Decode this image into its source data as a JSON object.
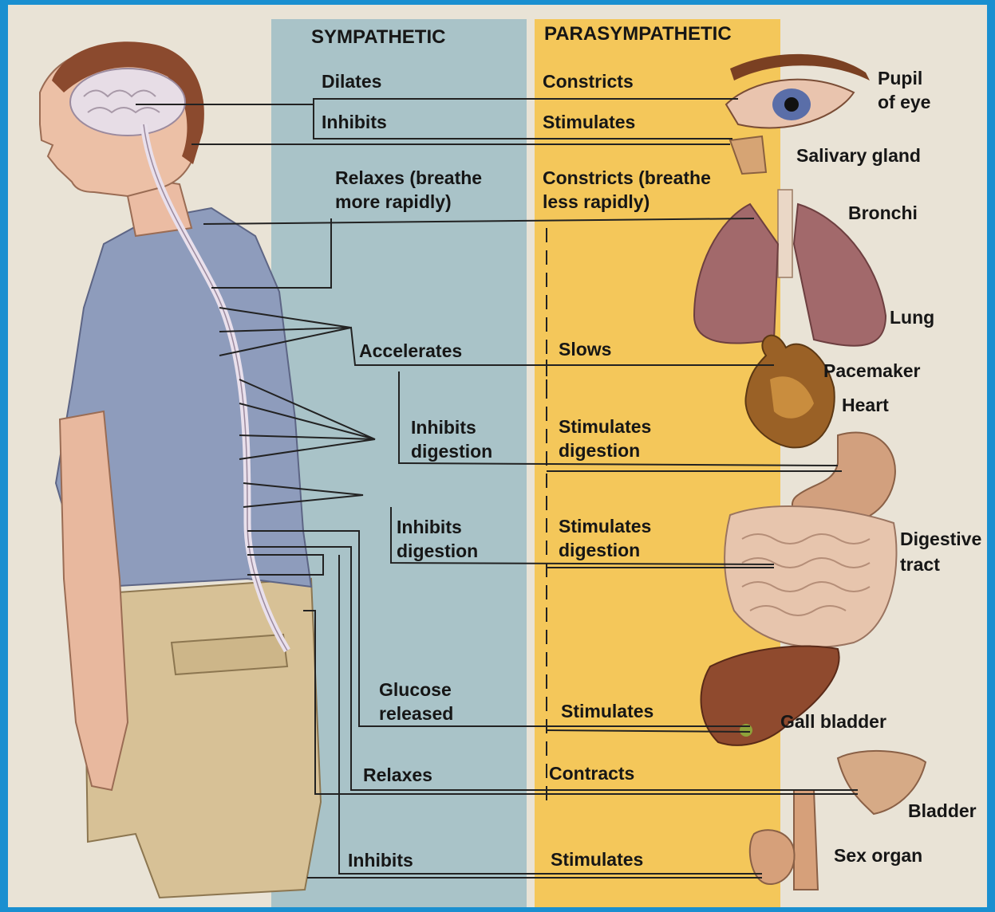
{
  "columns": {
    "sympathetic": "SYMPATHETIC",
    "parasympathetic": "PARASYMPATHETIC"
  },
  "rows": [
    {
      "sym": [
        "Dilates"
      ],
      "para": [
        "Constricts"
      ],
      "organ": [
        "Pupil",
        "of eye"
      ]
    },
    {
      "sym": [
        "Inhibits"
      ],
      "para": [
        "Stimulates"
      ],
      "organ": [
        "Salivary gland"
      ]
    },
    {
      "sym": [
        "Relaxes (breathe",
        "more rapidly)"
      ],
      "para": [
        "Constricts (breathe",
        "less rapidly)"
      ],
      "organ": [
        "Bronchi"
      ]
    },
    {
      "sym": [],
      "para": [],
      "organ": [
        "Lung"
      ]
    },
    {
      "sym": [
        "Accelerates"
      ],
      "para": [
        "Slows"
      ],
      "organ": [
        "Pacemaker"
      ]
    },
    {
      "sym": [],
      "para": [],
      "organ": [
        "Heart"
      ]
    },
    {
      "sym": [
        "Inhibits",
        "digestion"
      ],
      "para": [
        "Stimulates",
        "digestion"
      ],
      "organ": []
    },
    {
      "sym": [
        "Inhibits",
        "digestion"
      ],
      "para": [
        "Stimulates",
        "digestion"
      ],
      "organ": [
        "Digestive",
        "tract"
      ]
    },
    {
      "sym": [
        "Glucose",
        "released"
      ],
      "para": [
        "Stimulates"
      ],
      "organ": [
        "Gall bladder"
      ]
    },
    {
      "sym": [
        "Relaxes"
      ],
      "para": [
        "Contracts"
      ],
      "organ": [
        "Bladder"
      ]
    },
    {
      "sym": [
        "Inhibits"
      ],
      "para": [
        "Stimulates"
      ],
      "organ": [
        "Sex organ"
      ]
    }
  ],
  "colors": {
    "sympathetic_band": "#a9c3c8",
    "parasympathetic_band": "#f4c75a",
    "border": "#1a8fd0",
    "background": "#e9e3d6"
  }
}
